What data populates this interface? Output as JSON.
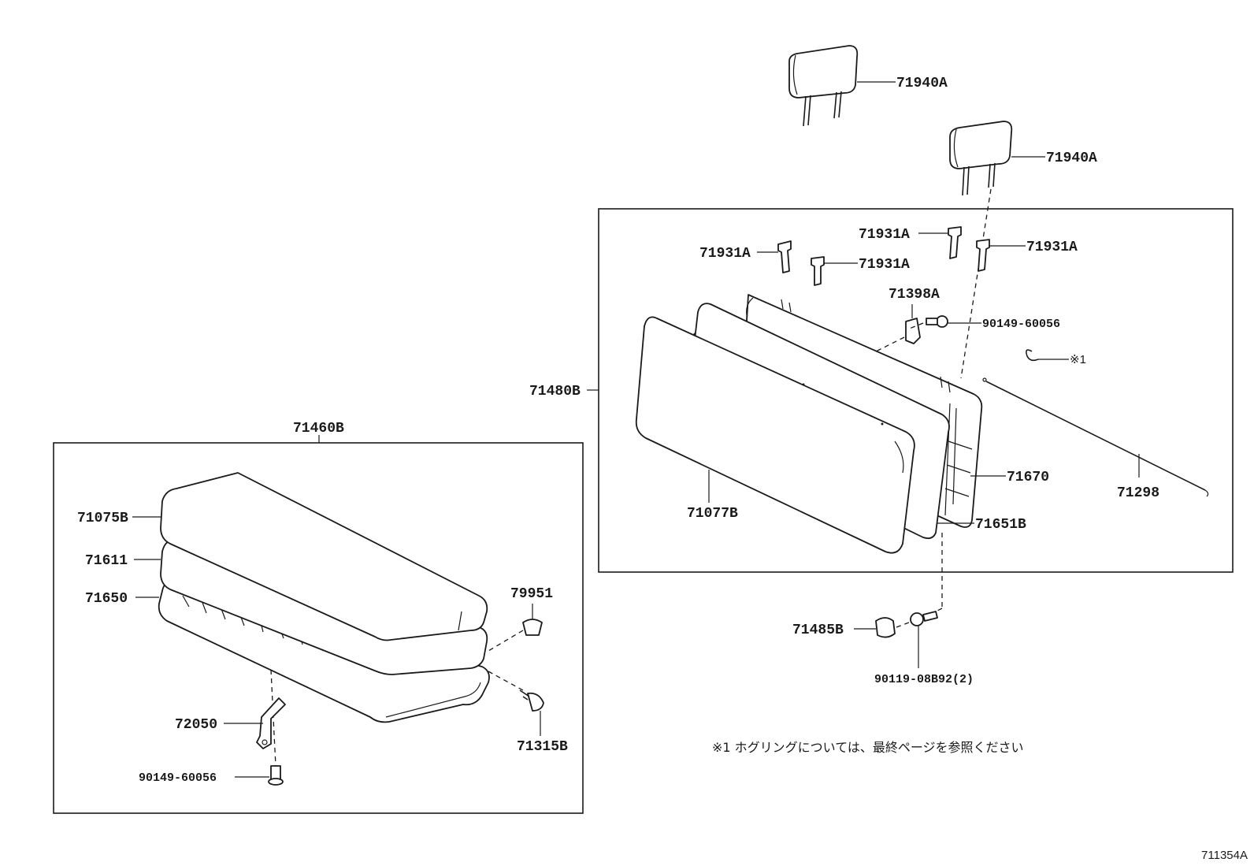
{
  "labels": {
    "headrest_top": "71940A",
    "headrest_second": "71940A",
    "support_left": "71931A",
    "support_mid": "71931A",
    "support_upper": "71931A",
    "support_right": "71931A",
    "hinge_cover": "71398A",
    "bolt_upper": "90149-60056",
    "hog_ring": "※1",
    "back_assembly": "71480B",
    "back_cover": "71077B",
    "back_frame": "71670",
    "back_pad": "71651B",
    "wire": "71298",
    "cushion_assembly": "71460B",
    "cushion_cover": "71075B",
    "cushion_pad": "71611",
    "cushion_frame": "71650",
    "clip": "79951",
    "bracket": "72050",
    "bolt_lower": "90149-60056",
    "stopper": "71315B",
    "cap": "71485B",
    "bolt_back": "90119-08B92(2)"
  },
  "note": "※1 ホグリングについては、最終ページを参照ください",
  "reference_code": "711354A"
}
